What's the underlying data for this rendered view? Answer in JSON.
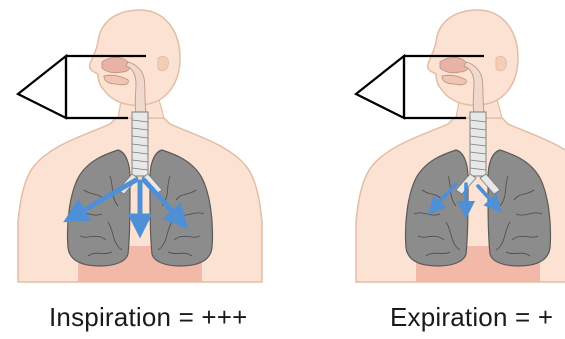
{
  "panels": [
    {
      "caption": "Inspiration = +++",
      "airflow": "strong"
    },
    {
      "caption": "Expiration = +",
      "airflow": "weak"
    }
  ],
  "colors": {
    "skin": "#fbe2d2",
    "skin_outline": "#e3bda6",
    "lung": "#8c8c8c",
    "lung_outline": "#5a5a5a",
    "trachea": "#e8e8e8",
    "arrow": "#4f8fd6",
    "belly": "#f3b9a8",
    "line": "#000000"
  }
}
